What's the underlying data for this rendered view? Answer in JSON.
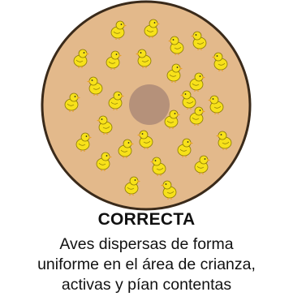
{
  "caption": {
    "title": "CORRECTA",
    "lines": [
      "Aves dispersas de forma",
      "uniforme en el área de crianza,",
      "activas y pían contentas"
    ]
  },
  "colors": {
    "area": "#e3b98b",
    "area_border": "#3a2a1a",
    "heater": "#b5917a",
    "chick_body": "#f7e11a",
    "chick_outline": "#8a7a05",
    "chick_beak": "#e8a12a"
  },
  "icons": {
    "brooding_area": "circle",
    "heater": "filled-circle",
    "chick": "yellow-chick"
  },
  "chick_count": 28
}
